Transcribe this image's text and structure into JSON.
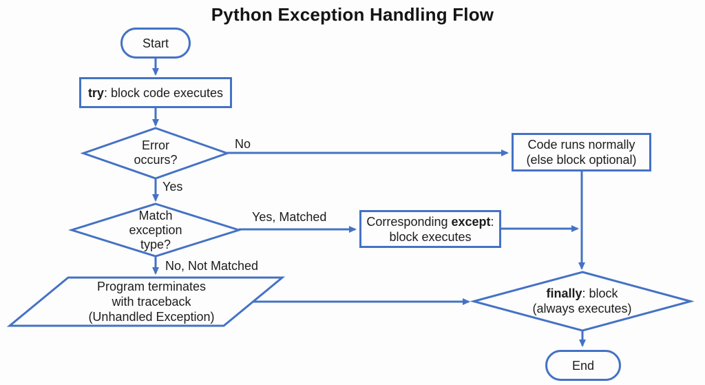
{
  "title": "Python Exception Handling Flow",
  "colors": {
    "accent": "#4472C4",
    "text": "#1c1c1c",
    "background": "#fdfdfd"
  },
  "nodes": {
    "start": {
      "label": "Start",
      "shape": "stadium"
    },
    "try": {
      "keyword": "try",
      "rest": ": block code executes",
      "shape": "rectangle"
    },
    "error": {
      "line1": "Error",
      "line2": "occurs?",
      "shape": "diamond"
    },
    "normal": {
      "line1": "Code runs normally",
      "line2": "(else block optional)",
      "shape": "rectangle"
    },
    "match": {
      "line1": "Match",
      "line2": "exception",
      "line3": "type?",
      "shape": "diamond"
    },
    "except": {
      "prefix": "Corresponding ",
      "keyword": "except",
      "suffix": ":",
      "line2": "block executes",
      "shape": "rectangle"
    },
    "terminate": {
      "line1": "Program terminates",
      "line2": "with traceback",
      "line3": "(Unhandled Exception)",
      "shape": "parallelogram"
    },
    "finally": {
      "keyword": "finally",
      "rest": ": block",
      "line2": "(always executes)",
      "shape": "diamond"
    },
    "end": {
      "label": "End",
      "shape": "stadium"
    }
  },
  "edges": {
    "no": "No",
    "yes": "Yes",
    "yes_matched": "Yes, Matched",
    "no_not_matched": "No, Not Matched"
  }
}
